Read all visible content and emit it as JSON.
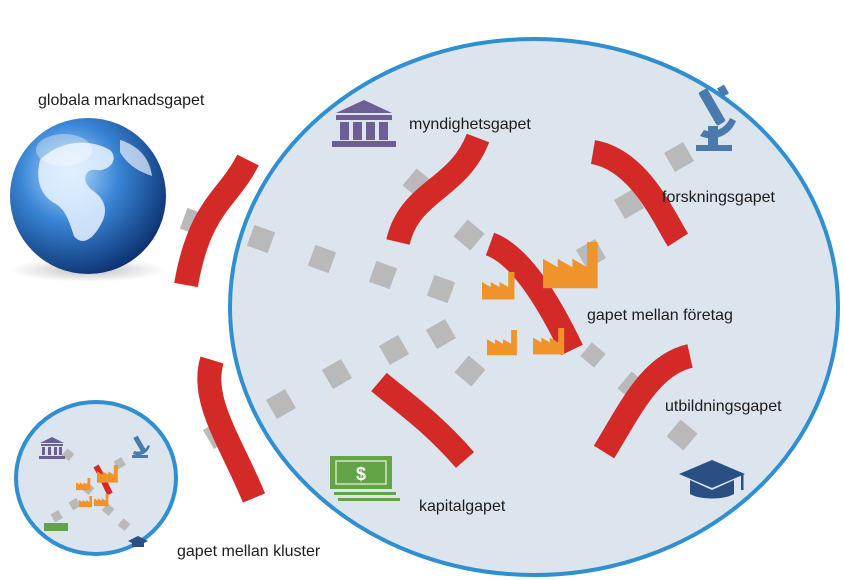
{
  "labels": {
    "global": "globala marknadsgapet",
    "authority": "myndighetsgapet",
    "research": "forskningsgapet",
    "companies": "gapet mellan företag",
    "education": "utbildningsgapet",
    "capital": "kapitalgapet",
    "clusters": "gapet mellan kluster"
  },
  "icons": {
    "globe": "globe-icon",
    "authority": "government-building-icon",
    "research": "microscope-icon",
    "companies": "factory-icon",
    "education": "graduation-cap-icon",
    "capital": "dollar-bill-icon"
  },
  "colors": {
    "cluster_fill": "#dce4ee",
    "cluster_border": "#2f8fd0",
    "gap_red": "#d32a27",
    "connector_gray": "#b9b9b9",
    "building_purple": "#6f5d95",
    "microscope_blue": "#4a79ac",
    "factory_orange": "#f0932a",
    "money_green": "#62a446",
    "cap_navy": "#2a4f82"
  }
}
